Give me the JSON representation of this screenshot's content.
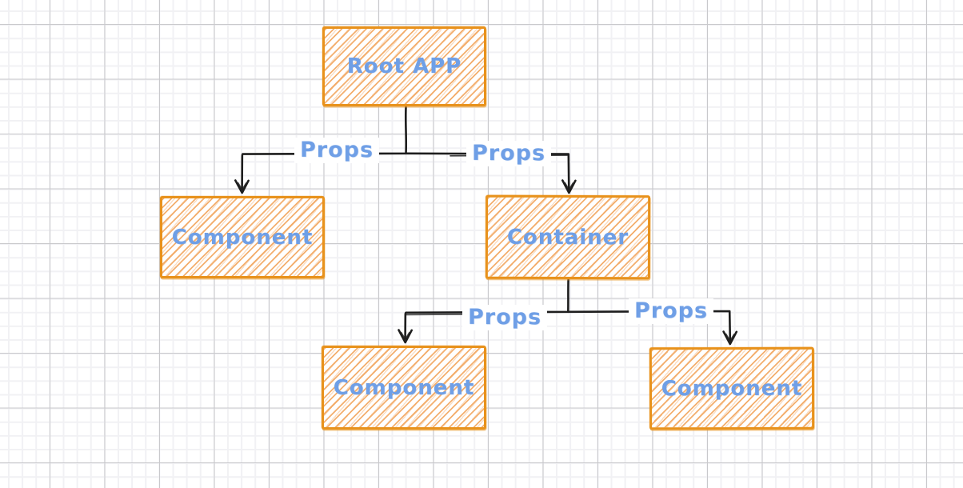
{
  "canvas": {
    "background_color": "#ffffff",
    "grid_minor_color": "#f1f1f4",
    "grid_major_color": "#c9c9cc"
  },
  "palette": {
    "canvas_bg": "#ffffff",
    "grid_minor": "#f1f1f4",
    "grid_major": "#c9c9cc",
    "node_border": "#e8921c",
    "node_hatch": "#f2a65f",
    "node_text": "#6f9fe6",
    "edge_color": "#1e1e1e",
    "edge_label_text": "#6f9fe6"
  },
  "nodes": [
    {
      "id": "root-app",
      "label": "Root APP"
    },
    {
      "id": "component-left",
      "label": "Component"
    },
    {
      "id": "container",
      "label": "Container"
    },
    {
      "id": "component-bottom-left",
      "label": "Component"
    },
    {
      "id": "component-bottom-right",
      "label": "Component"
    }
  ],
  "edges": [
    {
      "from": "root-app",
      "to": "component-left",
      "label": "Props"
    },
    {
      "from": "root-app",
      "to": "container",
      "label": "Props"
    },
    {
      "from": "container",
      "to": "component-bottom-left",
      "label": "Props"
    },
    {
      "from": "container",
      "to": "component-bottom-right",
      "label": "Props"
    }
  ]
}
